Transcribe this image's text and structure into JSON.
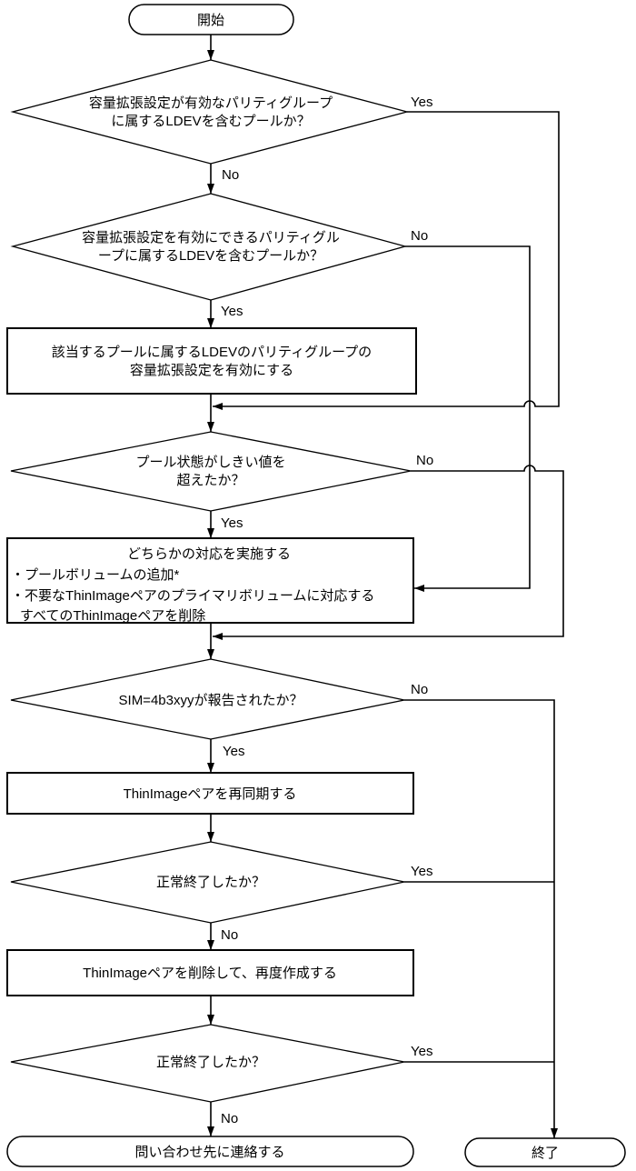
{
  "flowchart": {
    "start": {
      "label": "開始"
    },
    "decision_capacity_enabled": {
      "line1": "容量拡張設定が有効なパリティグループ",
      "line2": "に属するLDEVを含むプールか？",
      "yes": "Yes",
      "no": "No"
    },
    "decision_capacity_can_enable": {
      "line1": "容量拡張設定を有効にできるパリティグル",
      "line2": "ープに属するLDEVを含むプールか？",
      "yes": "Yes",
      "no": "No"
    },
    "process_enable_capacity": {
      "line1": "該当するプールに属するLDEVのパリティグループの",
      "line2": "容量拡張設定を有効にする"
    },
    "decision_pool_threshold": {
      "line1": "プール状態がしきい値を",
      "line2": "超えたか？",
      "yes": "Yes",
      "no": "No"
    },
    "process_actions": {
      "line1": "どちらかの対応を実施する",
      "line2": "・プールボリュームの追加*",
      "line3": "・不要なThinImageペアのプライマリボリュームに対応する",
      "line4": "すべてのThinImageペアを削除"
    },
    "decision_sim": {
      "line1": "SIM=4b3xyyが報告されたか？",
      "yes": "Yes",
      "no": "No"
    },
    "process_resync": {
      "line1": "ThinImageペアを再同期する"
    },
    "decision_resync_ok": {
      "line1": "正常終了したか？",
      "yes": "Yes",
      "no": "No"
    },
    "process_recreate": {
      "line1": "ThinImageペアを削除して、再度作成する"
    },
    "decision_recreate_ok": {
      "line1": "正常終了したか？",
      "yes": "Yes",
      "no": "No"
    },
    "terminal_contact": {
      "label": "問い合わせ先に連絡する"
    },
    "terminal_end": {
      "label": "終了"
    }
  }
}
